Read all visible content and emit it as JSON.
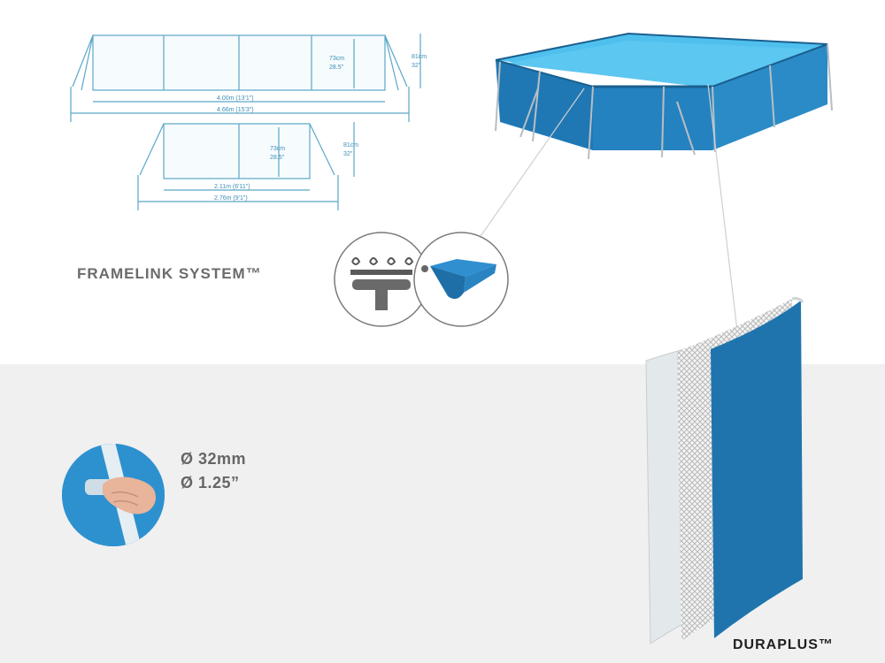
{
  "diagram": {
    "large": {
      "wall_height": "73cm",
      "wall_height_in": "28.5\"",
      "frame_height": "81cm",
      "frame_height_in": "32\"",
      "inner_length": "4.00m (13'1\")",
      "outer_length": "4.66m (15'3\")"
    },
    "small": {
      "wall_height": "73cm",
      "wall_height_in": "28.5\"",
      "frame_height": "81cm",
      "frame_height_in": "32\"",
      "inner_width": "2.11m (6'11\")",
      "outer_width": "2.76m (9'1\")"
    }
  },
  "framelink": {
    "label": "FRAMELINK SYSTEM™"
  },
  "pipe": {
    "diameter_mm": "Ø 32mm",
    "diameter_in": "Ø 1.25”"
  },
  "material": {
    "label": "DURAPLUS™"
  },
  "icons": [
    "pool-dimension-diagram",
    "pool-3d-illustration",
    "framelink-connector-icon",
    "pool-cover-icon",
    "hand-grip-pipe-icon",
    "duraplus-layers-icon"
  ],
  "colors": {
    "accent": "#3b8fb6",
    "pool_blue": "#1f78b4",
    "pool_light": "#4fb3e8",
    "text_gray": "#6b6b6b",
    "band": "#f0f0f0"
  }
}
